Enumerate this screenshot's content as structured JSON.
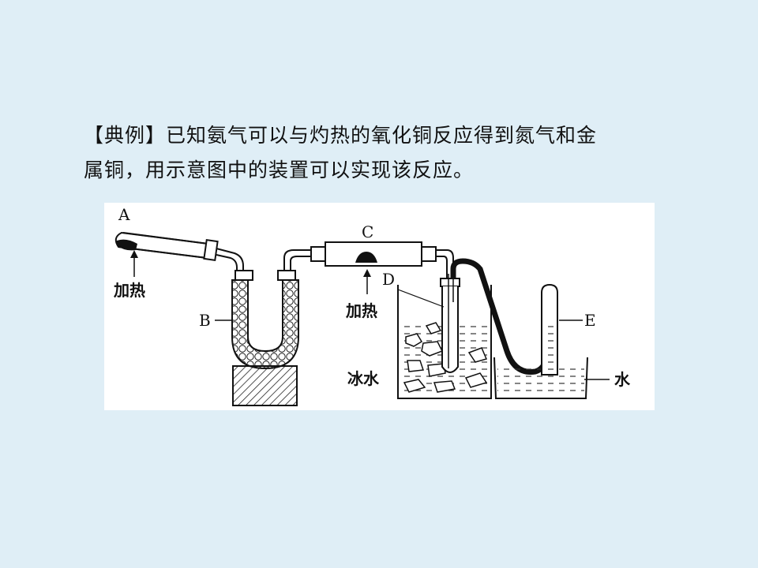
{
  "problem": {
    "line1": "【典例】已知氨气可以与灼热的氧化铜反应得到氮气和金",
    "line2": "属铜，用示意图中的装置可以实现该反应。"
  },
  "diagram": {
    "labels": {
      "A": "A",
      "B": "B",
      "C": "C",
      "D": "D",
      "E": "E",
      "heat_A": "加热",
      "heat_C": "加热",
      "ice_water": "冰水",
      "water": "水"
    }
  }
}
